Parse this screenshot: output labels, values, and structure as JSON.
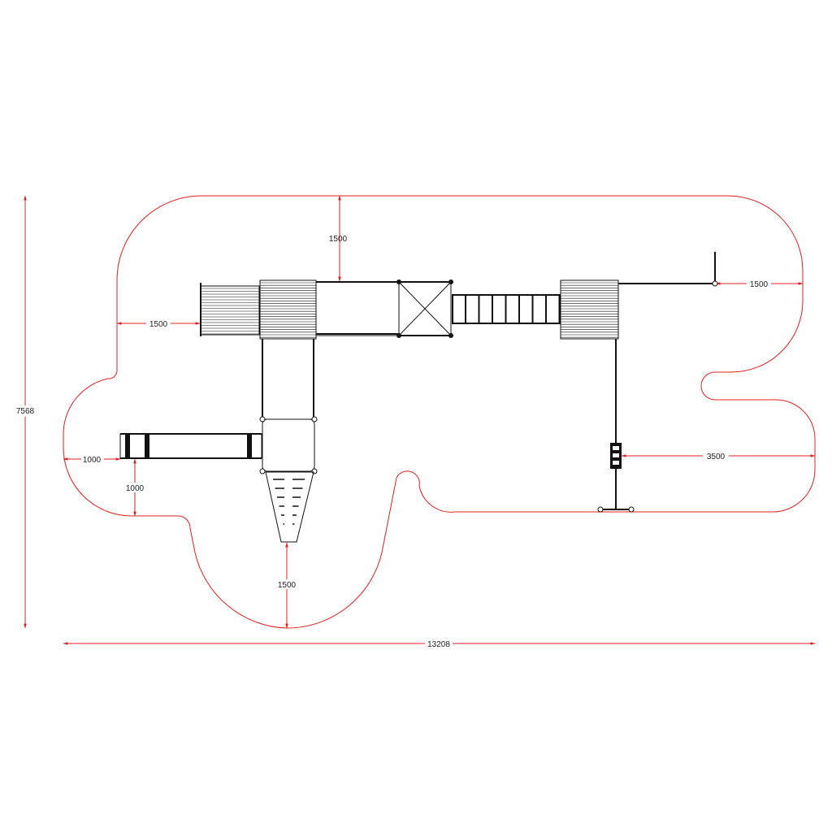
{
  "colors": {
    "dimension": "#e02020",
    "equipment": "#111111",
    "background": "#ffffff"
  },
  "dimensions": {
    "overall_width": "13208",
    "overall_height": "7568",
    "top_clearance": "1500",
    "left_upper_clearance": "1500",
    "right_upper_clearance": "1500",
    "left_lower_clearance": "1000",
    "left_lower_vertical": "1000",
    "bottom_clearance": "1500",
    "right_lower_clearance": "3500"
  }
}
